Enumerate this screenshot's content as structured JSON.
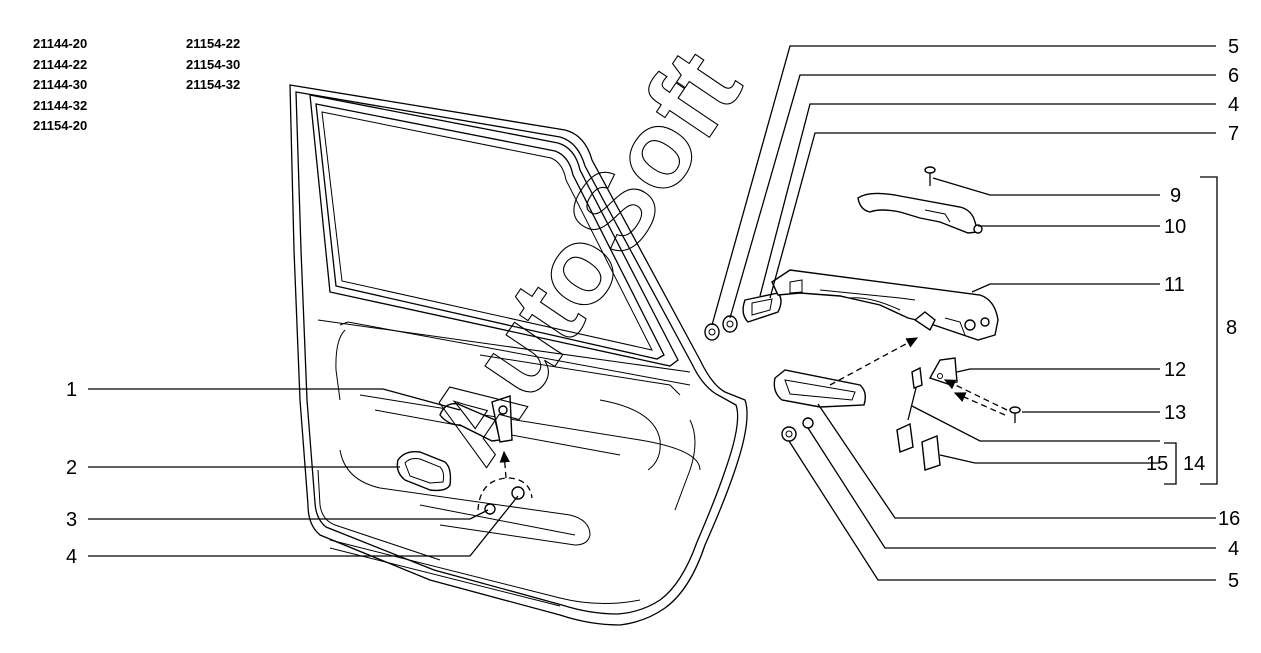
{
  "models": {
    "col1": [
      "21144-20",
      "21144-22",
      "21144-30",
      "21144-32",
      "21154-20"
    ],
    "col2": [
      "21154-22",
      "21154-30",
      "21154-32"
    ]
  },
  "watermark": "AutoSoft",
  "callouts": {
    "left": [
      "1",
      "2",
      "3",
      "4"
    ],
    "right": [
      "5",
      "6",
      "4",
      "7",
      "9",
      "10",
      "11",
      "12",
      "13",
      "15",
      "16",
      "4",
      "5"
    ],
    "bracket_group": "8",
    "sub_bracket_group": "14"
  }
}
